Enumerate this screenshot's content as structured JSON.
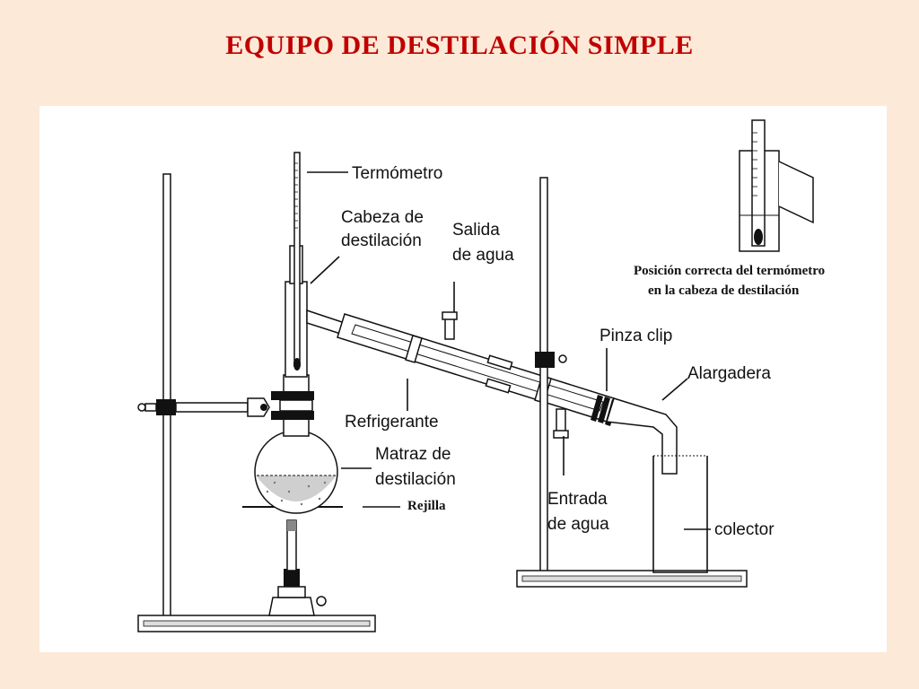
{
  "title": "EQUIPO DE DESTILACIÓN SIMPLE",
  "labels": {
    "termometro": "Termómetro",
    "cabeza_1": "Cabeza de",
    "cabeza_2": "destilación",
    "salida_1": "Salida",
    "salida_2": "de agua",
    "pinza": "Pinza clip",
    "alargadera": "Alargadera",
    "refrigerante": "Refrigerante",
    "matraz_1": "Matraz de",
    "matraz_2": "destilación",
    "rejilla": "Rejilla",
    "entrada_1": "Entrada",
    "entrada_2": "de agua",
    "colector": "colector",
    "posicion_1": "Posición correcta del termómetro",
    "posicion_2": "en la cabeza de destilación"
  },
  "colors": {
    "background": "#fde9d7",
    "title": "#c00000",
    "figure_bg": "#ffffff",
    "ink": "#111111"
  }
}
